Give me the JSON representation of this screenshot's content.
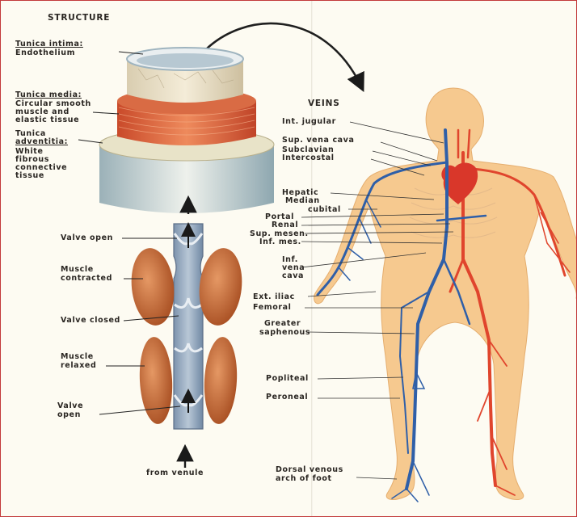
{
  "structure": {
    "title": "STRUCTURE",
    "intima_name": "Tunica intima:",
    "intima_desc": "Endothelium",
    "media_name": "Tunica media:",
    "media_desc_1": "Circular smooth",
    "media_desc_2": "muscle and",
    "media_desc_3": "elastic tissue",
    "adventitia_name_1": "Tunica",
    "adventitia_name_2": "adventitia:",
    "adventitia_desc_1": "White",
    "adventitia_desc_2": "fibrous",
    "adventitia_desc_3": "connective",
    "adventitia_desc_4": "tissue"
  },
  "valves": {
    "valve_open_top": "Valve open",
    "muscle_contracted_1": "Muscle",
    "muscle_contracted_2": "contracted",
    "valve_closed": "Valve closed",
    "muscle_relaxed_1": "Muscle",
    "muscle_relaxed_2": "relaxed",
    "valve_open_bottom_1": "Valve",
    "valve_open_bottom_2": "open",
    "from_venule": "from venule"
  },
  "veins": {
    "title": "VEINS",
    "labels": {
      "int_jugular": "Int. jugular",
      "sup_vena_cava": "Sup. vena cava",
      "subclavian": "Subclavian",
      "intercostal": "Intercostal",
      "hepatic": "Hepatic",
      "median_cubital_1": "Median",
      "median_cubital_2": "cubital",
      "portal": "Portal",
      "renal": "Renal",
      "sup_mesen": "Sup. mesen.",
      "inf_mes": "Inf. mes.",
      "inf_vena_cava_1": "Inf.",
      "inf_vena_cava_2": "vena",
      "inf_vena_cava_3": "cava",
      "ext_iliac": "Ext. iliac",
      "femoral": "Femoral",
      "greater_saphenous_1": "Greater",
      "greater_saphenous_2": "saphenous",
      "popliteal": "Popliteal",
      "peroneal": "Peroneal",
      "dorsal_venous_1": "Dorsal venous",
      "dorsal_venous_2": "arch of foot"
    }
  },
  "colors": {
    "vein": "#2f5fa8",
    "artery": "#e0452d",
    "skin": "#f6c98f",
    "muscle": "#c8642e",
    "border": "#c2393a"
  }
}
